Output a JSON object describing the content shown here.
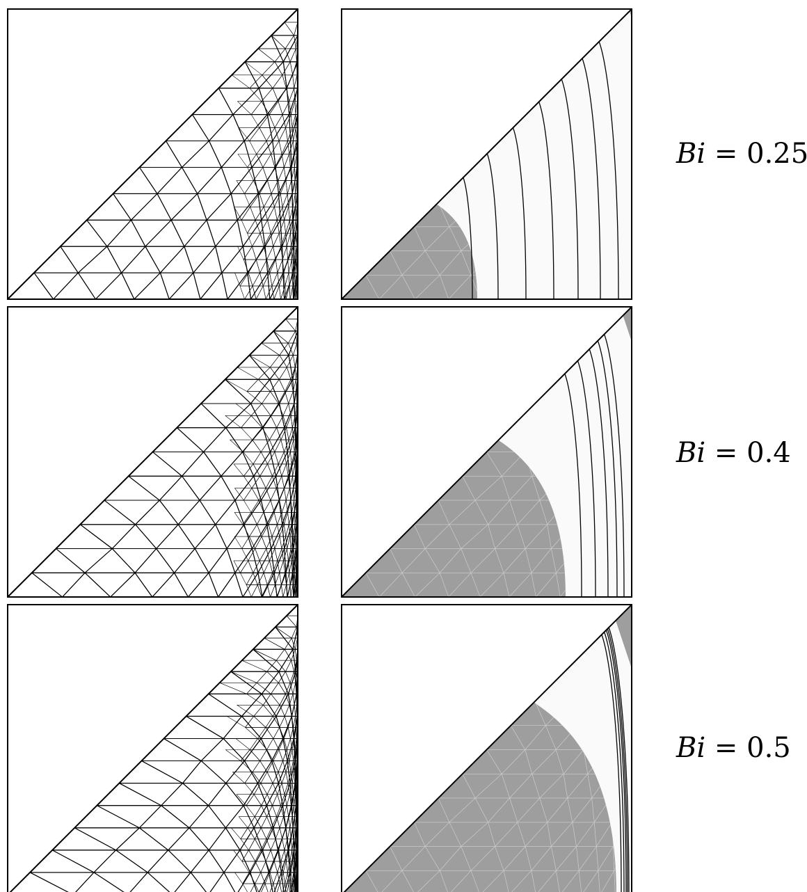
{
  "rows": [
    {
      "bi_var": "Bi",
      "bi_value": "0.25"
    },
    {
      "bi_var": "Bi",
      "bi_value": "0.4"
    },
    {
      "bi_var": "Bi",
      "bi_value": "0.5"
    }
  ],
  "colors": {
    "frame": "#000000",
    "mesh_line": "#000000",
    "solid_region": "#9e9e9e",
    "solid_mesh_line": "#c9c9c9",
    "fluid_region": "#fafafa",
    "contour_line": "#000000"
  }
}
